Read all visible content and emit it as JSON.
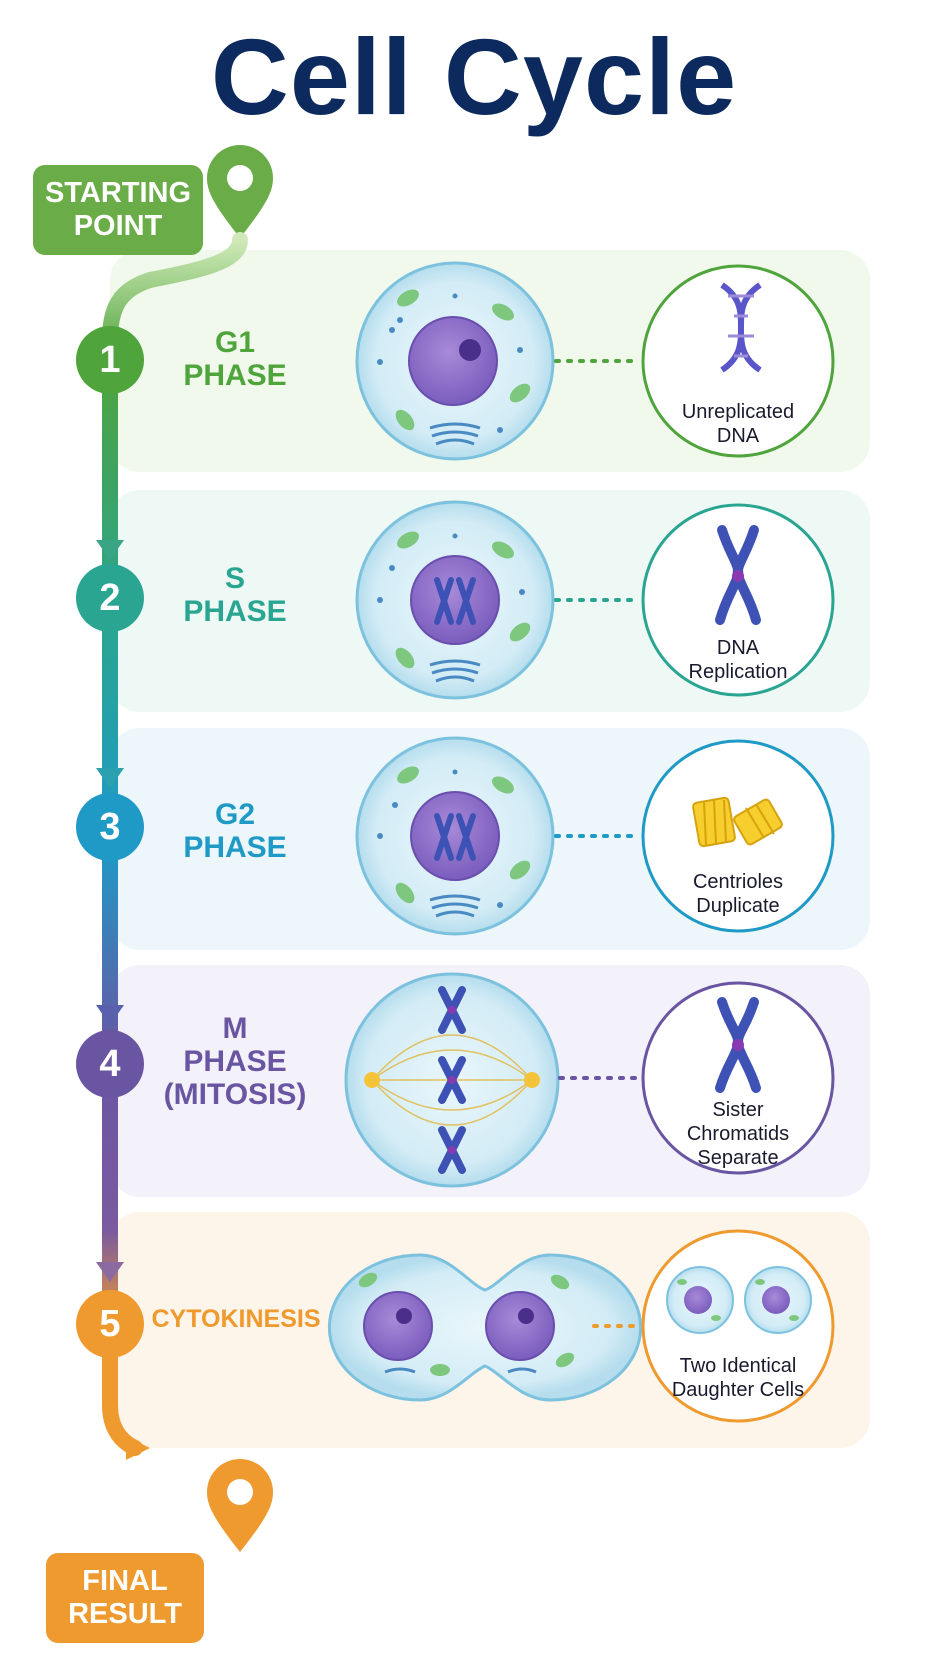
{
  "title": "Cell Cycle",
  "start_badge": "STARTING\nPOINT",
  "final_badge": "FINAL\nRESULT",
  "colors": {
    "title": "#0d2a5e",
    "g1": "#4fa43c",
    "s": "#2aa592",
    "g2": "#1f9ac6",
    "m": "#6a55a2",
    "cytokinesis": "#ef9a2f"
  },
  "phases": [
    {
      "number": "1",
      "name": "G1\nPHASE",
      "result": "Unreplicated\nDNA",
      "icon": "dna-helix-icon"
    },
    {
      "number": "2",
      "name": "S\nPHASE",
      "result": "DNA\nReplication",
      "icon": "chromosome-icon"
    },
    {
      "number": "3",
      "name": "G2\nPHASE",
      "result": "Centrioles\nDuplicate",
      "icon": "centriole-icon"
    },
    {
      "number": "4",
      "name": "M\nPHASE\n(MITOSIS)",
      "result": "Sister\nChromatids\nSeparate",
      "icon": "chromosome-icon"
    },
    {
      "number": "5",
      "name": "CYTOKINESIS",
      "result": "Two Identical\nDaughter Cells",
      "icon": "daughter-cells-icon"
    }
  ]
}
